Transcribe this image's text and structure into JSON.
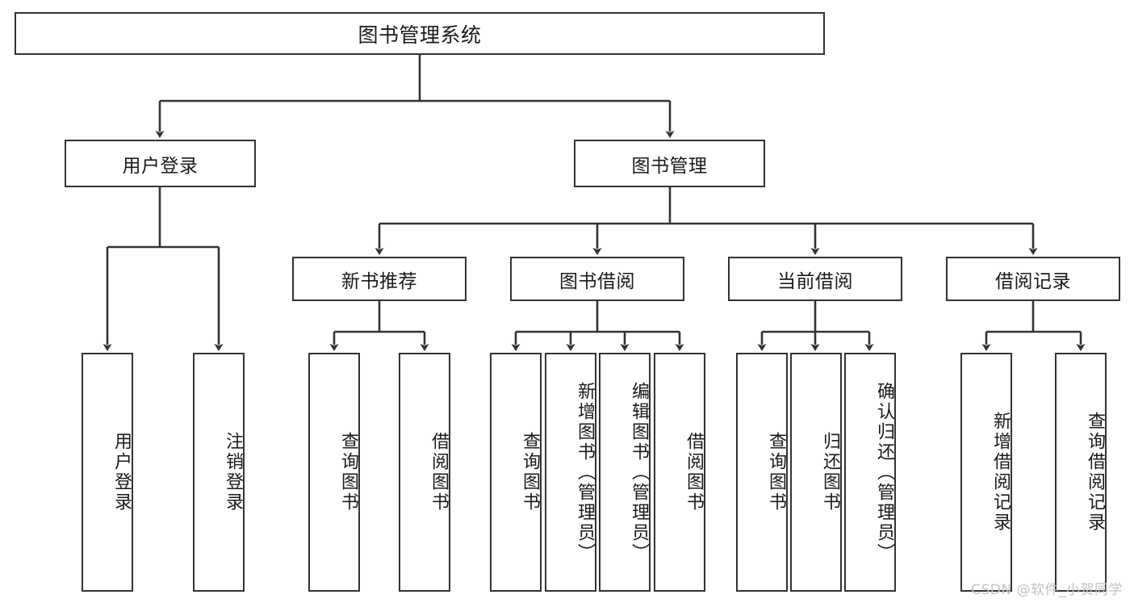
{
  "diagram": {
    "type": "tree-hierarchy",
    "title": "图书管理系统",
    "watermark": "CSDN @软件_小贺同学",
    "colors": {
      "stroke": "#333333",
      "fill": "#ffffff",
      "text": "#1a1a1a",
      "watermark": "#c2c2c2"
    },
    "nodes": {
      "root": {
        "label": "图书管理系统",
        "level": 1,
        "orientation": "horizontal"
      },
      "l2": [
        {
          "id": "user-login",
          "label": "用户登录",
          "level": 2,
          "orientation": "horizontal"
        },
        {
          "id": "book-management",
          "label": "图书管理",
          "level": 2,
          "orientation": "horizontal"
        }
      ],
      "l3": [
        {
          "id": "new-book-recommend",
          "label": "新书推荐",
          "level": 3,
          "orientation": "horizontal",
          "parent": "book-management"
        },
        {
          "id": "book-borrow",
          "label": "图书借阅",
          "level": 3,
          "orientation": "horizontal",
          "parent": "book-management"
        },
        {
          "id": "current-borrow",
          "label": "当前借阅",
          "level": 3,
          "orientation": "horizontal",
          "parent": "book-management"
        },
        {
          "id": "borrow-record",
          "label": "借阅记录",
          "level": 3,
          "orientation": "horizontal",
          "parent": "book-management"
        }
      ],
      "leaves": [
        {
          "id": "leaf-user-login",
          "label": "用户登录",
          "parent": "user-login",
          "orientation": "vertical"
        },
        {
          "id": "leaf-logout-login",
          "label": "注销登录",
          "parent": "user-login",
          "orientation": "vertical"
        },
        {
          "id": "leaf-query-book-1",
          "label": "查询图书",
          "parent": "new-book-recommend",
          "orientation": "vertical"
        },
        {
          "id": "leaf-borrow-book-1",
          "label": "借阅图书",
          "parent": "new-book-recommend",
          "orientation": "vertical"
        },
        {
          "id": "leaf-query-book-2",
          "label": "查询图书",
          "parent": "book-borrow",
          "orientation": "vertical"
        },
        {
          "id": "leaf-add-book-admin",
          "label": "新增图书（管理员）",
          "parent": "book-borrow",
          "orientation": "vertical"
        },
        {
          "id": "leaf-edit-book-admin",
          "label": "编辑图书（管理员）",
          "parent": "book-borrow",
          "orientation": "vertical"
        },
        {
          "id": "leaf-borrow-book-2",
          "label": "借阅图书",
          "parent": "book-borrow",
          "orientation": "vertical"
        },
        {
          "id": "leaf-query-book-3",
          "label": "查询图书",
          "parent": "current-borrow",
          "orientation": "vertical"
        },
        {
          "id": "leaf-return-book",
          "label": "归还图书",
          "parent": "current-borrow",
          "orientation": "vertical"
        },
        {
          "id": "leaf-confirm-return-admin",
          "label": "确认归还（管理员）",
          "parent": "current-borrow",
          "orientation": "vertical"
        },
        {
          "id": "leaf-add-borrow-record",
          "label": "新增借阅记录",
          "parent": "borrow-record",
          "orientation": "vertical"
        },
        {
          "id": "leaf-query-borrow-record",
          "label": "查询借阅记录",
          "parent": "borrow-record",
          "orientation": "vertical"
        }
      ]
    }
  }
}
